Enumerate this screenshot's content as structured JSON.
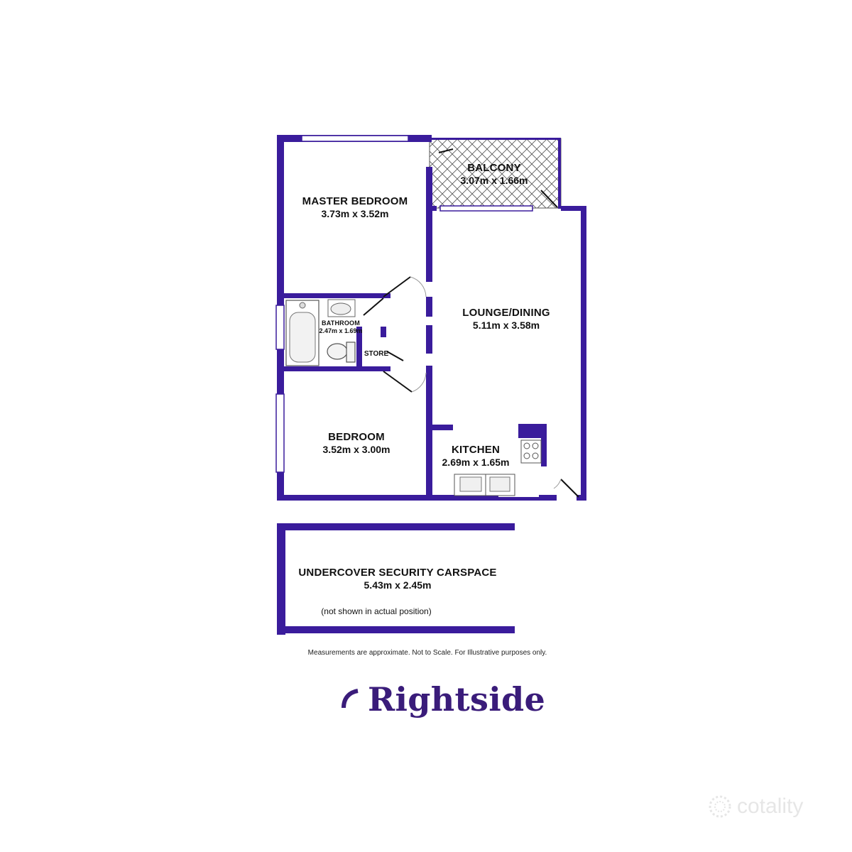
{
  "rooms": {
    "master_bedroom": {
      "name": "MASTER BEDROOM",
      "dims": "3.73m x 3.52m"
    },
    "balcony": {
      "name": "BALCONY",
      "dims": "3.07m x 1.66m"
    },
    "lounge_dining": {
      "name": "LOUNGE/DINING",
      "dims": "5.11m x 3.58m"
    },
    "bathroom": {
      "name": "BATHROOM",
      "dims": "2.47m x 1.69m"
    },
    "store": {
      "name": "STORE"
    },
    "bedroom": {
      "name": "BEDROOM",
      "dims": "3.52m x 3.00m"
    },
    "kitchen": {
      "name": "KITCHEN",
      "dims": "2.69m x 1.65m"
    },
    "carspace": {
      "name": "UNDERCOVER SECURITY CARSPACE",
      "dims": "5.43m x 2.45m",
      "note": "(not shown in actual position)"
    }
  },
  "disclaimer": "Measurements are approximate. Not to Scale. For Illustrative purposes only.",
  "brand": {
    "name": "Rightside",
    "icon": "rightside-logo-icon",
    "color": "#3a1c7a"
  },
  "watermark": {
    "name": "cotality",
    "icon": "cotality-logo-icon"
  },
  "colors": {
    "wall": "#3a1c9c",
    "background": "#ffffff"
  }
}
